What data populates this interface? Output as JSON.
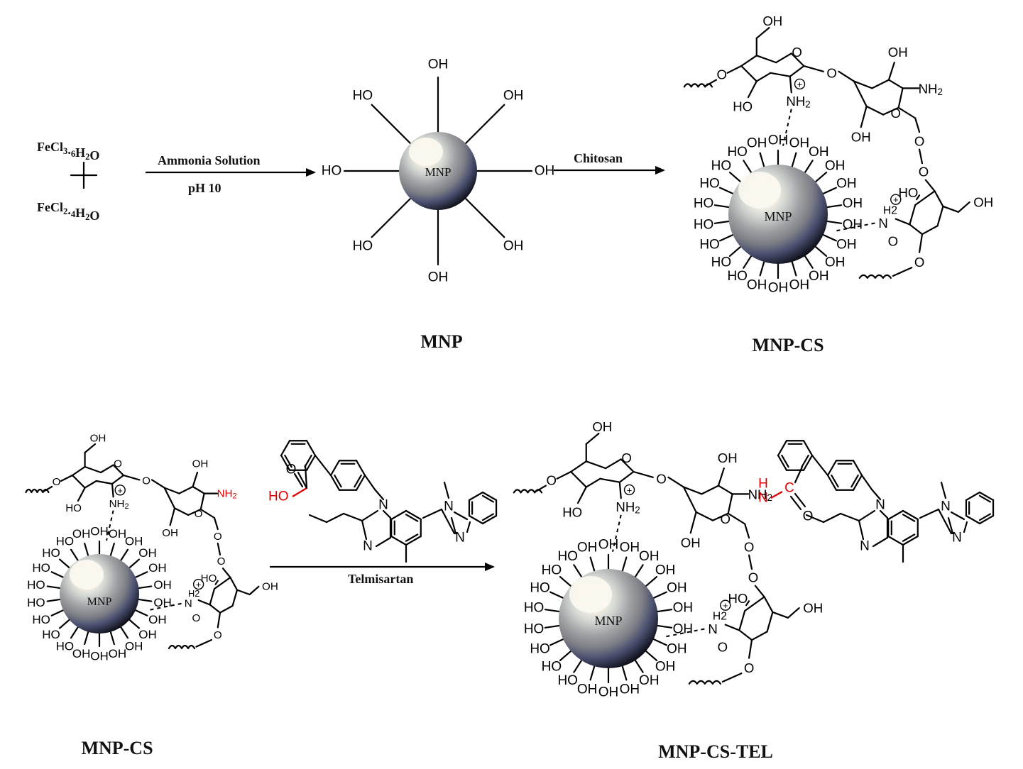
{
  "reactants": {
    "ferric_chloride": "FeCl3.6H2O",
    "plus": "+",
    "ferrous_chloride": "FeCl2.4H2O"
  },
  "arrows": {
    "step1_top": "Ammonia Solution",
    "step1_bottom": "pH 10",
    "step2_top": "Chitosan",
    "step3_bottom": "Telmisartan"
  },
  "products": {
    "mnp": "MNP",
    "mnp_cs": "MNP-CS",
    "mnp_cs_left": "MNP-CS",
    "mnp_cs_tel": "MNP-CS-TEL"
  },
  "particle_label": "MNP",
  "atoms": {
    "hydroxyl": "OH",
    "hydroxyl_left": "HO",
    "oxygen": "O",
    "nitrogen": "N",
    "amine": "NH2",
    "amine_h2": "H2",
    "hydrogen": "H",
    "carbon": "C",
    "plus_charge": "+",
    "carboxyl": "HO",
    "methyl_n": "N"
  },
  "colors": {
    "highlight": "#e00000",
    "sphere_dark": "#1a1a2a",
    "sphere_light": "#f7f4ec"
  }
}
